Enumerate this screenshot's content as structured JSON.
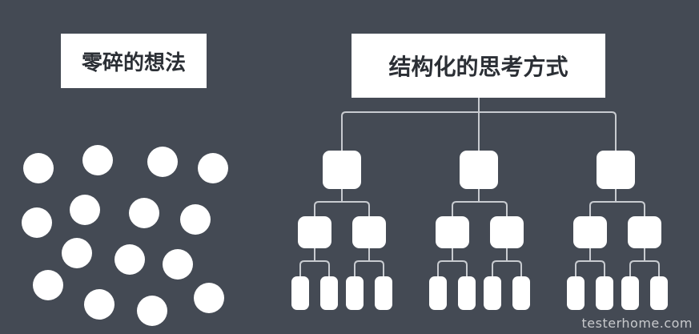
{
  "left_title": "零碎的想法",
  "right_title": "结构化的思考方式",
  "watermark": "testerhome.com",
  "colors": {
    "background": "#444a54",
    "shape_fill": "#ffffff",
    "connector": "#c8cbd0"
  }
}
